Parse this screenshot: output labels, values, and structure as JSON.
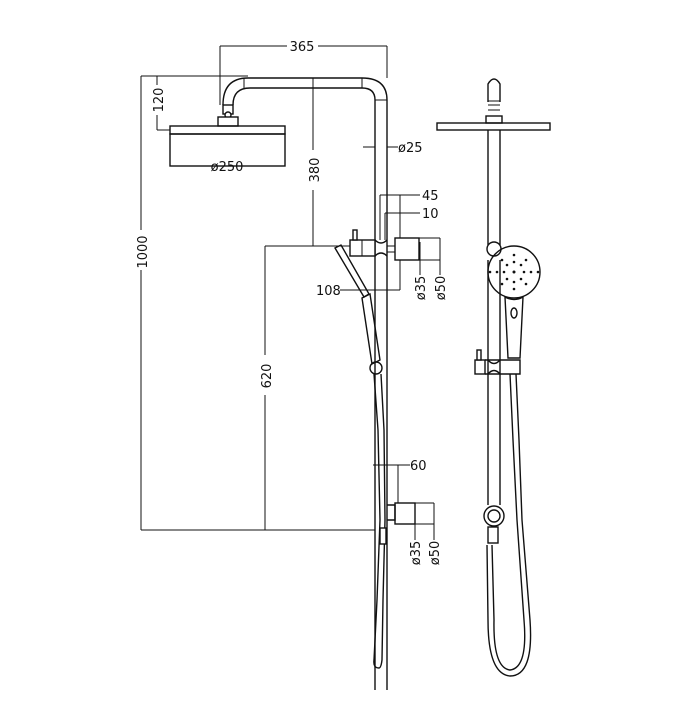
{
  "drawing": {
    "title": "Shower rail system technical drawing",
    "views": [
      "side-view",
      "front-view"
    ],
    "line_color": "#111111",
    "background": "#ffffff"
  },
  "dimensions": {
    "arm_projection": "365",
    "head_drop": "120",
    "head_diameter": "ø250",
    "rail_diameter": "ø25",
    "arm_to_bracket": "380",
    "total_height": "1000",
    "bracket_to_bottom": "620",
    "upper_bracket_depth": "45",
    "upper_bracket_offset": "10",
    "handshower_offset": "108",
    "upper_wall_inner_diameter": "ø35",
    "upper_wall_outer_diameter": "ø50",
    "lower_bracket_depth": "60",
    "lower_wall_inner_diameter": "ø35",
    "lower_wall_outer_diameter": "ø50"
  }
}
